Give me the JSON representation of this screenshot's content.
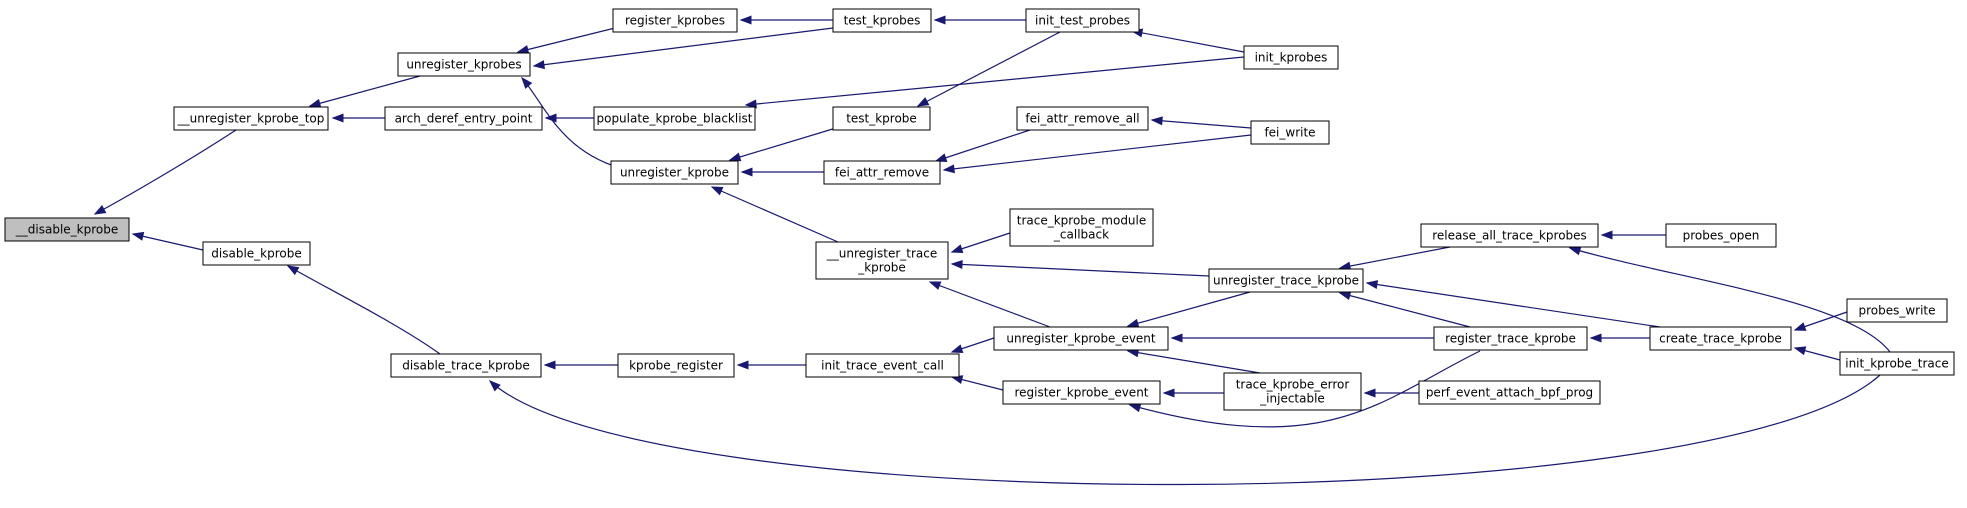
{
  "graph": {
    "colors": {
      "edge": "#191970",
      "node_fill": "#ffffff",
      "root_fill": "#bfbfbf",
      "node_border": "#000000"
    },
    "nodes": [
      {
        "id": "n_disable_kprobe_internal",
        "lines": [
          "__disable_kprobe"
        ],
        "root": true
      },
      {
        "id": "n_unregister_kprobe_top",
        "lines": [
          "__unregister_kprobe_top"
        ]
      },
      {
        "id": "n_disable_kprobe",
        "lines": [
          "disable_kprobe"
        ]
      },
      {
        "id": "n_unregister_kprobes",
        "lines": [
          "unregister_kprobes"
        ]
      },
      {
        "id": "n_arch_deref_entry_point",
        "lines": [
          "arch_deref_entry_point"
        ]
      },
      {
        "id": "n_disable_trace_kprobe",
        "lines": [
          "disable_trace_kprobe"
        ]
      },
      {
        "id": "n_register_kprobes",
        "lines": [
          "register_kprobes"
        ]
      },
      {
        "id": "n_unregister_kprobe",
        "lines": [
          "unregister_kprobe"
        ]
      },
      {
        "id": "n_populate_kprobe_blacklist",
        "lines": [
          "populate_kprobe_blacklist"
        ]
      },
      {
        "id": "n_kprobe_register",
        "lines": [
          "kprobe_register"
        ]
      },
      {
        "id": "n_test_kprobes",
        "lines": [
          "test_kprobes"
        ]
      },
      {
        "id": "n_test_kprobe",
        "lines": [
          "test_kprobe"
        ]
      },
      {
        "id": "n_fei_attr_remove",
        "lines": [
          "fei_attr_remove"
        ]
      },
      {
        "id": "n_unregister_trace_kprobe_internal",
        "lines": [
          "__unregister_trace",
          "_kprobe"
        ]
      },
      {
        "id": "n_init_trace_event_call",
        "lines": [
          "init_trace_event_call"
        ]
      },
      {
        "id": "n_init_test_probes",
        "lines": [
          "init_test_probes"
        ]
      },
      {
        "id": "n_fei_attr_remove_all",
        "lines": [
          "fei_attr_remove_all"
        ]
      },
      {
        "id": "n_trace_kprobe_module_callback",
        "lines": [
          "trace_kprobe_module",
          "_callback"
        ]
      },
      {
        "id": "n_unregister_kprobe_event",
        "lines": [
          "unregister_kprobe_event"
        ]
      },
      {
        "id": "n_register_kprobe_event",
        "lines": [
          "register_kprobe_event"
        ]
      },
      {
        "id": "n_unregister_trace_kprobe",
        "lines": [
          "unregister_trace_kprobe"
        ]
      },
      {
        "id": "n_register_trace_kprobe",
        "lines": [
          "register_trace_kprobe"
        ]
      },
      {
        "id": "n_trace_kprobe_error_injectable",
        "lines": [
          "trace_kprobe_error",
          "_injectable"
        ]
      },
      {
        "id": "n_init_kprobes",
        "lines": [
          "init_kprobes"
        ]
      },
      {
        "id": "n_fei_write",
        "lines": [
          "fei_write"
        ]
      },
      {
        "id": "n_release_all_trace_kprobes",
        "lines": [
          "release_all_trace_kprobes"
        ]
      },
      {
        "id": "n_create_trace_kprobe",
        "lines": [
          "create_trace_kprobe"
        ]
      },
      {
        "id": "n_perf_event_attach_bpf_prog",
        "lines": [
          "perf_event_attach_bpf_prog"
        ]
      },
      {
        "id": "n_probes_open",
        "lines": [
          "probes_open"
        ]
      },
      {
        "id": "n_probes_write",
        "lines": [
          "probes_write"
        ]
      },
      {
        "id": "n_init_kprobe_trace",
        "lines": [
          "init_kprobe_trace"
        ]
      }
    ],
    "edges": [
      {
        "from": "n_unregister_kprobe_top",
        "to": "n_disable_kprobe_internal"
      },
      {
        "from": "n_disable_kprobe",
        "to": "n_disable_kprobe_internal"
      },
      {
        "from": "n_unregister_kprobes",
        "to": "n_unregister_kprobe_top"
      },
      {
        "from": "n_arch_deref_entry_point",
        "to": "n_unregister_kprobe_top"
      },
      {
        "from": "n_disable_trace_kprobe",
        "to": "n_disable_kprobe"
      },
      {
        "from": "n_register_kprobes",
        "to": "n_unregister_kprobes"
      },
      {
        "from": "n_test_kprobes",
        "to": "n_unregister_kprobes"
      },
      {
        "from": "n_unregister_kprobe",
        "to": "n_unregister_kprobes"
      },
      {
        "from": "n_test_kprobes",
        "to": "n_register_kprobes"
      },
      {
        "from": "n_init_test_probes",
        "to": "n_test_kprobes"
      },
      {
        "from": "n_init_kprobes",
        "to": "n_init_test_probes"
      },
      {
        "from": "n_populate_kprobe_blacklist",
        "to": "n_arch_deref_entry_point"
      },
      {
        "from": "n_init_kprobes",
        "to": "n_populate_kprobe_blacklist"
      },
      {
        "from": "n_test_kprobe",
        "to": "n_unregister_kprobe"
      },
      {
        "from": "n_fei_attr_remove",
        "to": "n_unregister_kprobe"
      },
      {
        "from": "n_unregister_trace_kprobe_internal",
        "to": "n_unregister_kprobe"
      },
      {
        "from": "n_init_test_probes",
        "to": "n_test_kprobe"
      },
      {
        "from": "n_fei_attr_remove_all",
        "to": "n_fei_attr_remove"
      },
      {
        "from": "n_fei_write",
        "to": "n_fei_attr_remove"
      },
      {
        "from": "n_fei_write",
        "to": "n_fei_attr_remove_all"
      },
      {
        "from": "n_trace_kprobe_module_callback",
        "to": "n_unregister_trace_kprobe_internal"
      },
      {
        "from": "n_unregister_trace_kprobe",
        "to": "n_unregister_trace_kprobe_internal"
      },
      {
        "from": "n_unregister_kprobe_event",
        "to": "n_unregister_trace_kprobe_internal"
      },
      {
        "from": "n_kprobe_register",
        "to": "n_disable_trace_kprobe"
      },
      {
        "from": "n_init_kprobe_trace",
        "to": "n_disable_trace_kprobe"
      },
      {
        "from": "n_init_trace_event_call",
        "to": "n_kprobe_register"
      },
      {
        "from": "n_unregister_kprobe_event",
        "to": "n_init_trace_event_call"
      },
      {
        "from": "n_register_kprobe_event",
        "to": "n_init_trace_event_call"
      },
      {
        "from": "n_unregister_trace_kprobe",
        "to": "n_unregister_kprobe_event"
      },
      {
        "from": "n_register_trace_kprobe",
        "to": "n_unregister_kprobe_event"
      },
      {
        "from": "n_trace_kprobe_error_injectable",
        "to": "n_unregister_kprobe_event"
      },
      {
        "from": "n_trace_kprobe_error_injectable",
        "to": "n_register_kprobe_event"
      },
      {
        "from": "n_register_trace_kprobe",
        "to": "n_register_kprobe_event"
      },
      {
        "from": "n_release_all_trace_kprobes",
        "to": "n_unregister_trace_kprobe"
      },
      {
        "from": "n_create_trace_kprobe",
        "to": "n_unregister_trace_kprobe"
      },
      {
        "from": "n_register_trace_kprobe",
        "to": "n_unregister_trace_kprobe"
      },
      {
        "from": "n_create_trace_kprobe",
        "to": "n_register_trace_kprobe"
      },
      {
        "from": "n_perf_event_attach_bpf_prog",
        "to": "n_trace_kprobe_error_injectable"
      },
      {
        "from": "n_probes_open",
        "to": "n_release_all_trace_kprobes"
      },
      {
        "from": "n_init_kprobe_trace",
        "to": "n_release_all_trace_kprobes"
      },
      {
        "from": "n_probes_write",
        "to": "n_create_trace_kprobe"
      },
      {
        "from": "n_init_kprobe_trace",
        "to": "n_create_trace_kprobe"
      }
    ]
  }
}
